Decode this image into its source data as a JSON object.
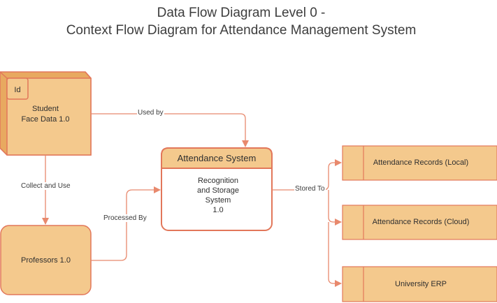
{
  "title_line1": "Data Flow Diagram Level 0 -",
  "title_line2": "Context Flow Diagram for Attendance Management System",
  "colors": {
    "fill": "#f4c98d",
    "stroke": "#e2775a",
    "arrow": "#e8896d",
    "side": "#e8a960"
  },
  "entity_student": {
    "tag": "Id",
    "label_line1": "Student",
    "label_line2": "Face Data 1.0"
  },
  "entity_professors": {
    "label": "Professors 1.0"
  },
  "process": {
    "header": "Attendance System",
    "body_line1": "Recognition",
    "body_line2": "and Storage",
    "body_line3": "System",
    "body_line4": "1.0"
  },
  "stores": {
    "local": "Attendance Records (Local)",
    "cloud": "Attendance Records (Cloud)",
    "erp": "University ERP"
  },
  "flows": {
    "used_by": "Used by",
    "collect_and_use": "Collect and Use",
    "processed_by": "Processed By",
    "stored_to": "Stored To"
  }
}
